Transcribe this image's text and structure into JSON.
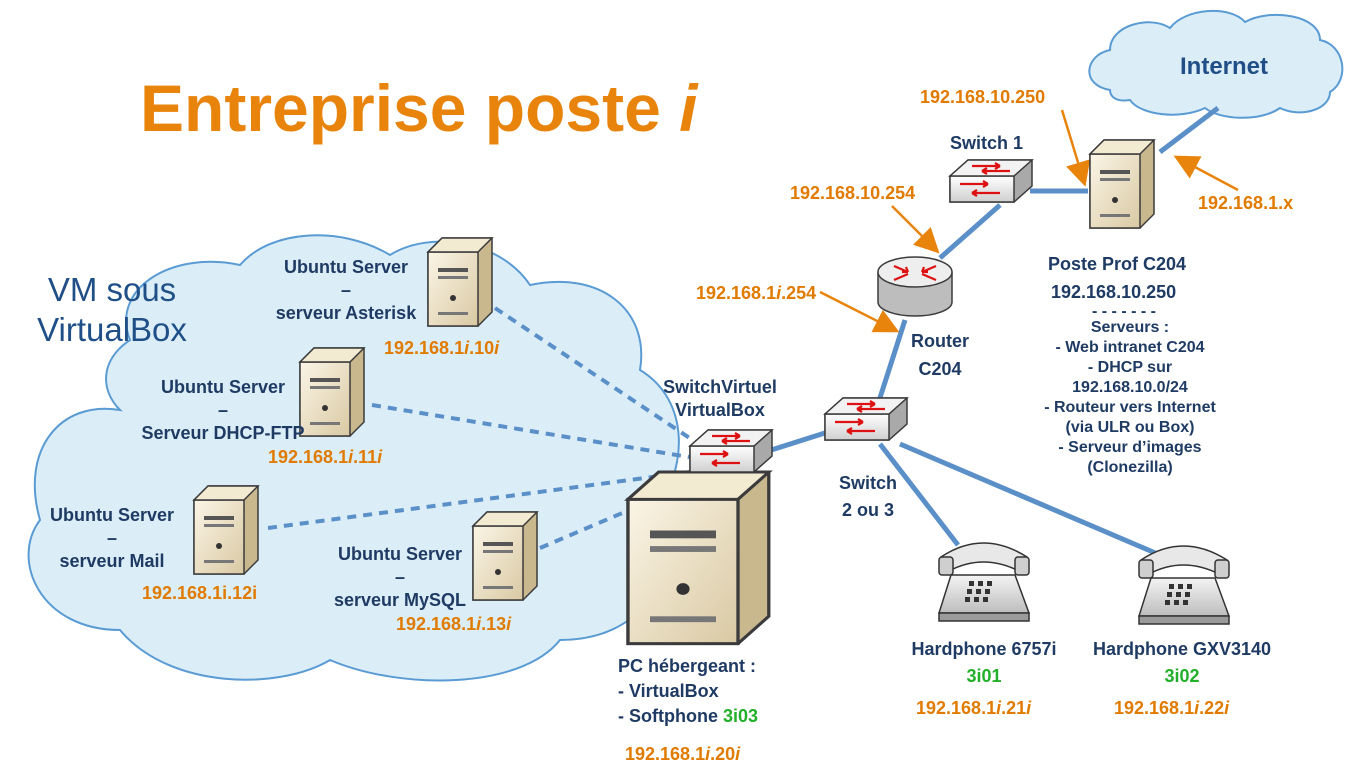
{
  "title": {
    "main": "Entreprise poste ",
    "italic": "i"
  },
  "vm_cloud": {
    "line1": "VM sous",
    "line2": "VirtualBox"
  },
  "internet": {
    "label": "Internet"
  },
  "nodes": {
    "switch1": {
      "label": "Switch 1",
      "ip": "192.168.10.254"
    },
    "poste_prof": {
      "line1": "Poste Prof C204",
      "line2": "192.168.10.250",
      "ip_left": "192.168.10.250",
      "ip_right": "192.168.1.x",
      "separator": "- - - - - - -",
      "services": [
        "Serveurs :",
        "- Web intranet C204",
        "- DHCP sur 192.168.10.0/24",
        "- Routeur vers Internet",
        "(via ULR ou Box)",
        "- Serveur d’images",
        "(Clonezilla)"
      ]
    },
    "router": {
      "line1": "Router",
      "line2": "C204",
      "ip_prefix": "192.168.1",
      "ip_italic": "i",
      "ip_suffix": ".254"
    },
    "switch23": {
      "line1": "Switch",
      "line2": "2 ou 3"
    },
    "switch_virtuel": {
      "line1": "SwitchVirtuel",
      "line2": "VirtualBox"
    },
    "asterisk": {
      "line1": "Ubuntu Server",
      "line2": "–",
      "line3": "serveur Asterisk",
      "ip_prefix": "192.168.1",
      "ip_italic": "i",
      "ip_suffix": ".10",
      "ip_italic2": "i"
    },
    "dhcp": {
      "line1": "Ubuntu Server",
      "line2": "–",
      "line3": "Serveur DHCP-FTP",
      "ip_prefix": "192.168.1",
      "ip_italic": "i",
      "ip_suffix": ".11",
      "ip_italic2": "i"
    },
    "mail": {
      "line1": "Ubuntu Server",
      "line2": "–",
      "line3": "serveur Mail",
      "ip": "192.168.1i.12i"
    },
    "mysql": {
      "line1": "Ubuntu Server",
      "line2": "–",
      "line3": "serveur MySQL",
      "ip_prefix": "192.168.1",
      "ip_italic": "i",
      "ip_suffix": ".13",
      "ip_italic2": "i"
    },
    "pc_host": {
      "line1": "PC hébergeant :",
      "line2": "- VirtualBox",
      "line3": "- Softphone ",
      "softphone_id": "3i03",
      "ip_prefix": "192.168.1",
      "ip_italic": "i",
      "ip_suffix": ".20",
      "ip_italic2": "i"
    },
    "hardphone1": {
      "label": "Hardphone 6757i",
      "ext": "3i01",
      "ip_prefix": "192.168.1",
      "ip_italic": "i",
      "ip_suffix": ".21",
      "ip_italic2": "i"
    },
    "hardphone2": {
      "label": "Hardphone GXV3140",
      "ext": "3i02",
      "ip_prefix": "192.168.1",
      "ip_italic": "i",
      "ip_suffix": ".22",
      "ip_italic2": "i"
    }
  },
  "colors": {
    "title": "#e8840c",
    "label": "#1f3b63",
    "ip": "#e07b00",
    "ext": "#22b02a",
    "cloud_fill": "#dbeef8",
    "cloud_stroke": "#5a9bd3",
    "link": "#5b8fc8"
  }
}
